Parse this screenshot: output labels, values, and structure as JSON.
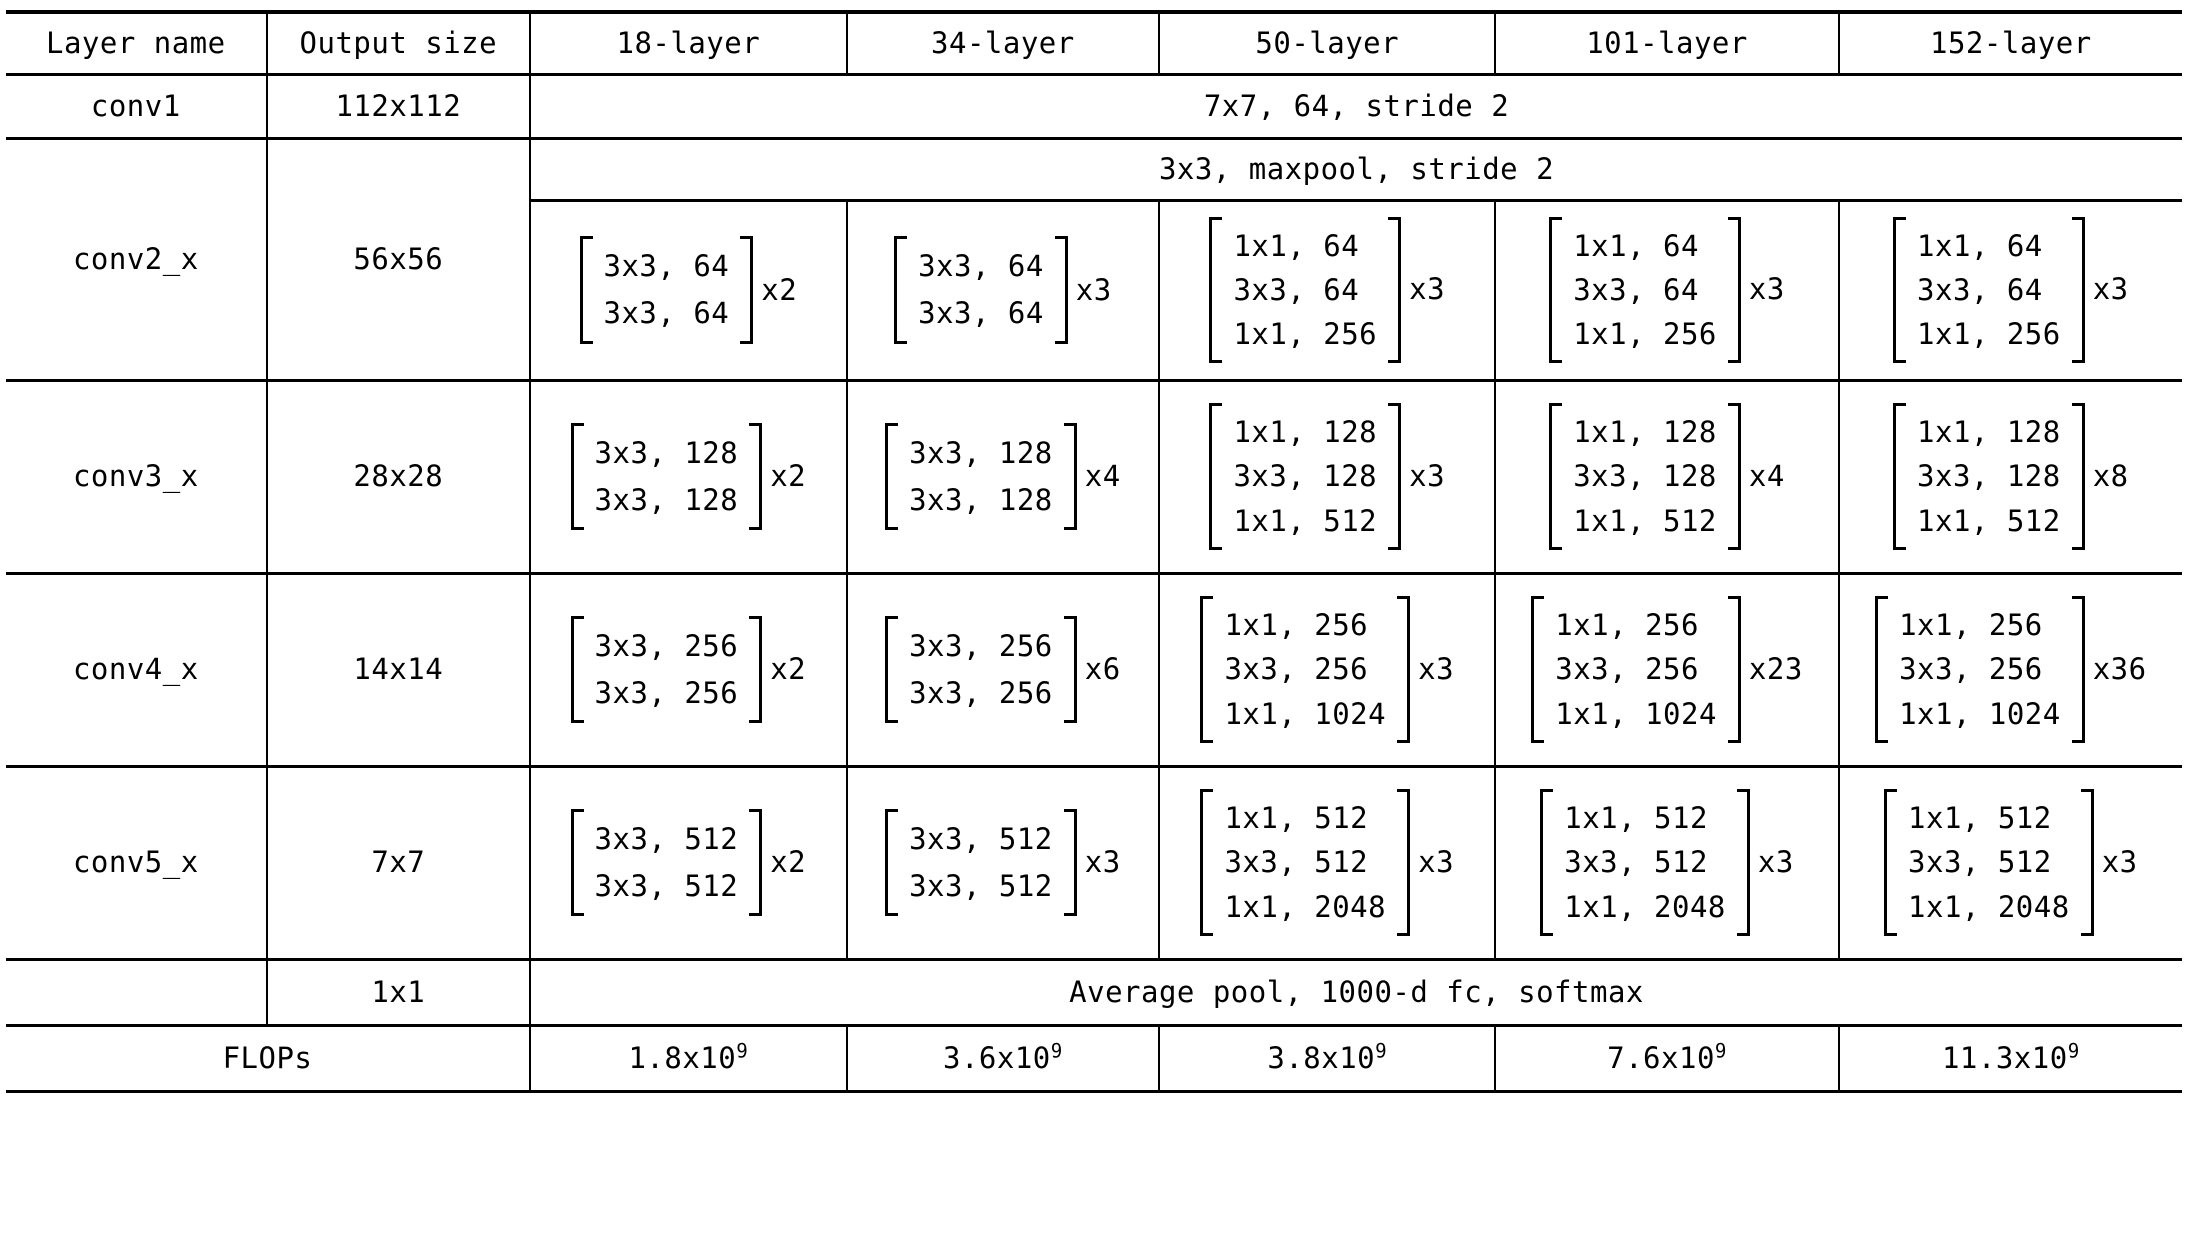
{
  "table": {
    "columns": [
      {
        "key": "layer_name",
        "label": "Layer name"
      },
      {
        "key": "output_size",
        "label": "Output size"
      },
      {
        "key": "l18",
        "label": "18-layer"
      },
      {
        "key": "l34",
        "label": "34-layer"
      },
      {
        "key": "l50",
        "label": "50-layer"
      },
      {
        "key": "l101",
        "label": "101-layer"
      },
      {
        "key": "l152",
        "label": "152-layer"
      }
    ],
    "rows": {
      "conv1": {
        "layer_name": "conv1",
        "output_size": "112x112",
        "spanned_text": "7x7, 64, stride 2"
      },
      "maxpool": {
        "spanned_text": "3x3, maxpool, stride 2"
      },
      "conv2_x": {
        "layer_name": "conv2_x",
        "output_size": "56x56",
        "blocks": {
          "l18": {
            "lines": [
              "3x3, 64",
              "3x3, 64"
            ],
            "mult": "x2"
          },
          "l34": {
            "lines": [
              "3x3, 64",
              "3x3, 64"
            ],
            "mult": "x3"
          },
          "l50": {
            "lines": [
              "1x1, 64",
              "3x3, 64",
              "1x1, 256"
            ],
            "mult": "x3"
          },
          "l101": {
            "lines": [
              "1x1, 64",
              "3x3, 64",
              "1x1, 256"
            ],
            "mult": "x3"
          },
          "l152": {
            "lines": [
              "1x1, 64",
              "3x3, 64",
              "1x1, 256"
            ],
            "mult": "x3"
          }
        }
      },
      "conv3_x": {
        "layer_name": "conv3_x",
        "output_size": "28x28",
        "blocks": {
          "l18": {
            "lines": [
              "3x3, 128",
              "3x3, 128"
            ],
            "mult": "x2"
          },
          "l34": {
            "lines": [
              "3x3, 128",
              "3x3, 128"
            ],
            "mult": "x4"
          },
          "l50": {
            "lines": [
              "1x1, 128",
              "3x3, 128",
              "1x1, 512"
            ],
            "mult": "x3"
          },
          "l101": {
            "lines": [
              "1x1, 128",
              "3x3, 128",
              "1x1, 512"
            ],
            "mult": "x4"
          },
          "l152": {
            "lines": [
              "1x1, 128",
              "3x3, 128",
              "1x1, 512"
            ],
            "mult": "x8"
          }
        }
      },
      "conv4_x": {
        "layer_name": "conv4_x",
        "output_size": "14x14",
        "blocks": {
          "l18": {
            "lines": [
              "3x3, 256",
              "3x3, 256"
            ],
            "mult": "x2"
          },
          "l34": {
            "lines": [
              "3x3, 256",
              "3x3, 256"
            ],
            "mult": "x6"
          },
          "l50": {
            "lines": [
              "1x1, 256",
              "3x3, 256",
              "1x1, 1024"
            ],
            "mult": "x3"
          },
          "l101": {
            "lines": [
              "1x1, 256",
              "3x3, 256",
              "1x1, 1024"
            ],
            "mult": "x23"
          },
          "l152": {
            "lines": [
              "1x1, 256",
              "3x3, 256",
              "1x1, 1024"
            ],
            "mult": "x36"
          }
        }
      },
      "conv5_x": {
        "layer_name": "conv5_x",
        "output_size": "7x7",
        "blocks": {
          "l18": {
            "lines": [
              "3x3, 512",
              "3x3, 512"
            ],
            "mult": "x2"
          },
          "l34": {
            "lines": [
              "3x3, 512",
              "3x3, 512"
            ],
            "mult": "x3"
          },
          "l50": {
            "lines": [
              "1x1, 512",
              "3x3, 512",
              "1x1, 2048"
            ],
            "mult": "x3"
          },
          "l101": {
            "lines": [
              "1x1, 512",
              "3x3, 512",
              "1x1, 2048"
            ],
            "mult": "x3"
          },
          "l152": {
            "lines": [
              "1x1, 512",
              "3x3, 512",
              "1x1, 2048"
            ],
            "mult": "x3"
          }
        }
      },
      "avgpool": {
        "layer_name": "",
        "output_size": "1x1",
        "spanned_text": "Average pool, 1000-d fc, softmax"
      },
      "flops": {
        "label": "FLOPs",
        "values": {
          "l18": {
            "mantissa": "1.8x10",
            "exponent": "9"
          },
          "l34": {
            "mantissa": "3.6x10",
            "exponent": "9"
          },
          "l50": {
            "mantissa": "3.8x10",
            "exponent": "9"
          },
          "l101": {
            "mantissa": "7.6x10",
            "exponent": "9"
          },
          "l152": {
            "mantissa": "11.3x10",
            "exponent": "9"
          }
        }
      }
    }
  },
  "style": {
    "rule_color": "#000000",
    "text_color": "#000000",
    "background": "#ffffff"
  }
}
